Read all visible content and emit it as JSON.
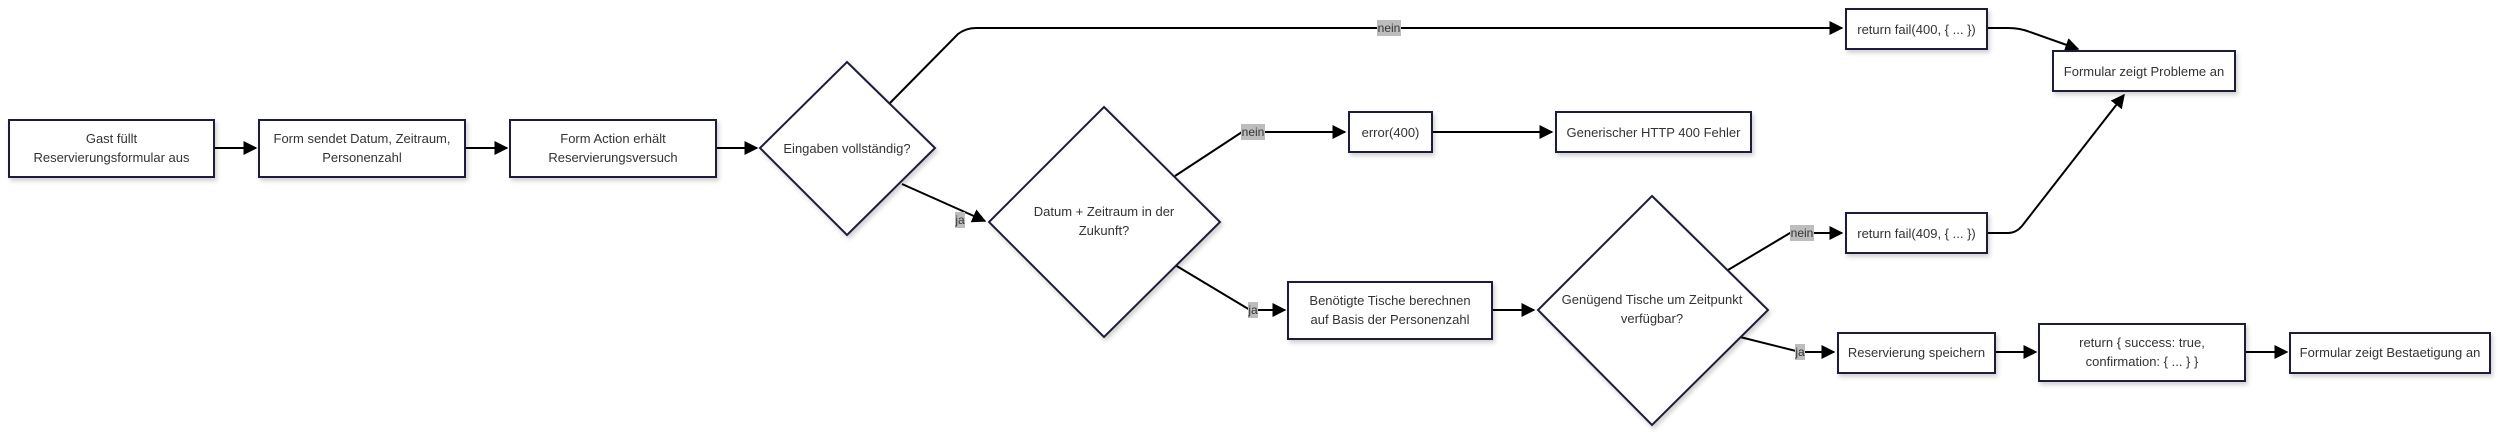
{
  "nodes": {
    "guest_fills": {
      "lines": [
        "Gast füllt",
        "Reservierungsformular aus"
      ]
    },
    "form_sends": {
      "lines": [
        "Form sendet Datum, Zeitraum,",
        "Personenzahl"
      ]
    },
    "form_action": {
      "lines": [
        "Form Action erhält",
        "Reservierungsversuch"
      ]
    },
    "inputs_complete": {
      "lines": [
        "Eingaben vollständig?"
      ]
    },
    "date_future": {
      "lines": [
        "Datum + Zeitraum in der",
        "Zukunft?"
      ]
    },
    "error_400": {
      "lines": [
        "error(400)"
      ]
    },
    "generic_http_400": {
      "lines": [
        "Generischer HTTP 400 Fehler"
      ]
    },
    "fail_400": {
      "lines": [
        "return fail(400, { ... })"
      ]
    },
    "form_shows_problems": {
      "lines": [
        "Formular zeigt Probleme an"
      ]
    },
    "compute_tables": {
      "lines": [
        "Benötigte Tische berechnen",
        "auf Basis der Personenzahl"
      ]
    },
    "enough_tables": {
      "lines": [
        "Genügend Tische um Zeitpunkt",
        "verfügbar?"
      ]
    },
    "fail_409": {
      "lines": [
        "return fail(409, { ... })"
      ]
    },
    "save_reservation": {
      "lines": [
        "Reservierung speichern"
      ]
    },
    "return_success": {
      "lines": [
        "return { success: true,",
        "confirmation: { ... } }"
      ]
    },
    "form_shows_confirmation": {
      "lines": [
        "Formular zeigt Bestaetigung an"
      ]
    }
  },
  "edge_labels": {
    "no": "nein",
    "yes": "ja"
  }
}
